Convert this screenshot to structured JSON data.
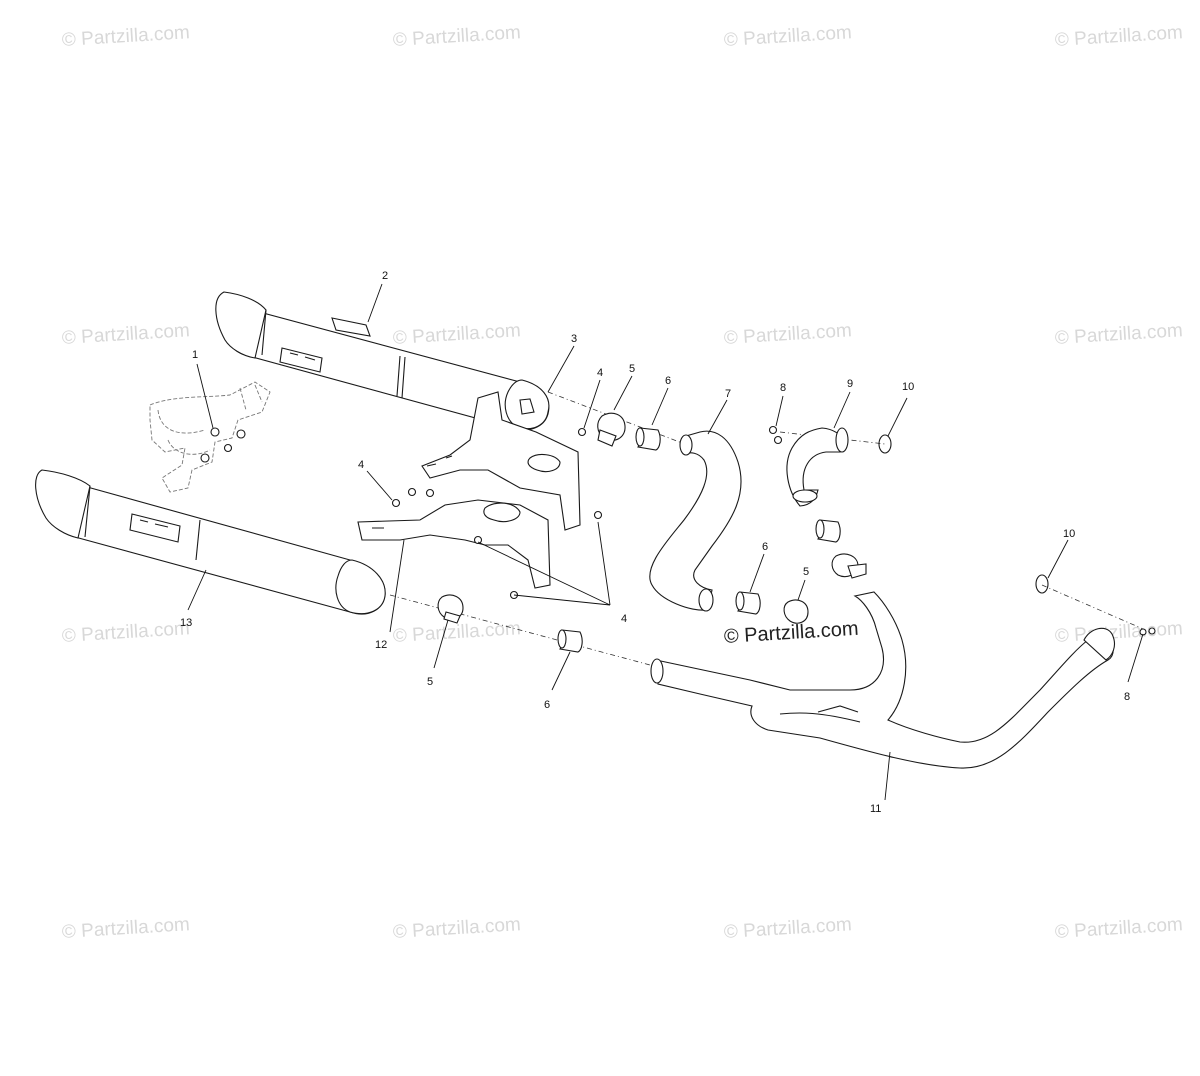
{
  "watermark": {
    "text": "Partzilla.com",
    "symbol": "©"
  },
  "callouts": {
    "c1": "1",
    "c2": "2",
    "c3": "3",
    "c4a": "4",
    "c4b": "4",
    "c4c": "4",
    "c5a": "5",
    "c5b": "5",
    "c5c": "5",
    "c6a": "6",
    "c6b": "6",
    "c6c": "6",
    "c7": "7",
    "c8a": "8",
    "c8b": "8",
    "c9": "9",
    "c10a": "10",
    "c10b": "10",
    "c11": "11",
    "c12": "12",
    "c13": "13"
  }
}
